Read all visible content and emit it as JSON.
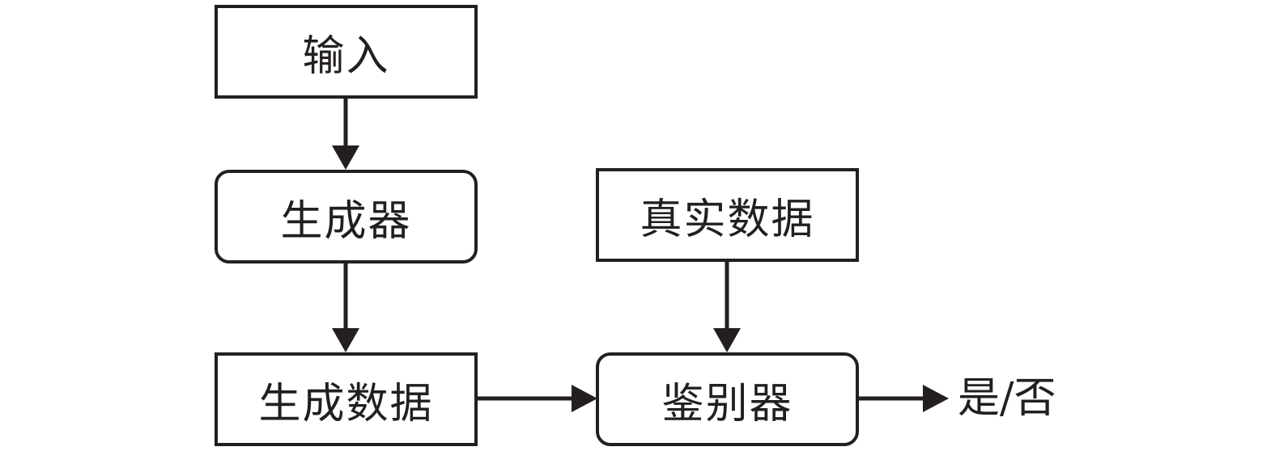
{
  "nodes": {
    "input": "输入",
    "generator": "生成器",
    "generated_data": "生成数据",
    "real_data": "真实数据",
    "discriminator": "鉴别器"
  },
  "output": "是/否",
  "colors": {
    "stroke": "#231f20",
    "background": "#ffffff"
  }
}
